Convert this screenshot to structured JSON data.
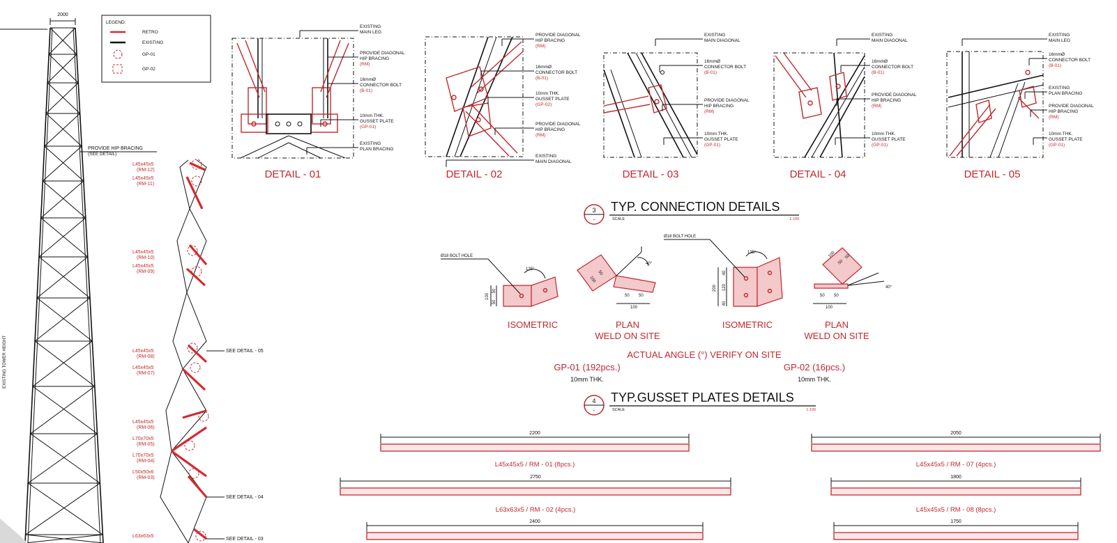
{
  "tower": {
    "top_dim": "2000",
    "side_label": "EXISTING TOWER HEIGHT",
    "hip_note_1": "PROVIDE HIP BRACING",
    "hip_note_2": "(SEE DETAIL)",
    "members": [
      {
        "size": "L45x45x5",
        "tag": "(RM-12)"
      },
      {
        "size": "L45x45x5",
        "tag": "(RM-11)"
      },
      {
        "size": "L45x45x5",
        "tag": "(RM-10)"
      },
      {
        "size": "L45x45x5",
        "tag": "(RM-09)"
      },
      {
        "size": "L45x45x5",
        "tag": "(RM-08)"
      },
      {
        "size": "L45x45x5",
        "tag": "(RM-07)"
      },
      {
        "size": "L45x45x5",
        "tag": "(RM-06)"
      },
      {
        "size": "L70x70x5",
        "tag": "(RM-05)"
      },
      {
        "size": "L70x70x5",
        "tag": "(RM-04)"
      },
      {
        "size": "L50x50x6",
        "tag": "(RM-03)"
      },
      {
        "size": "L63x63x5",
        "tag": ""
      }
    ],
    "see_details": [
      "SEE DETAIL - 05",
      "SEE DETAIL - 04",
      "SEE DETAIL - 03"
    ]
  },
  "legend": {
    "title": "LEGEND:",
    "items": [
      {
        "label": "RETRO"
      },
      {
        "label": "EXISTING"
      },
      {
        "label": "GP-01"
      },
      {
        "label": "GP-02"
      }
    ]
  },
  "details": [
    {
      "title": "DETAIL - 01",
      "notes": [
        {
          "text": "EXISTING\nMAIN LEG",
          "tag": ""
        },
        {
          "text": "PROVIDE DIAGONAL\nHIP BRACING",
          "tag": "(RM)"
        },
        {
          "text": "16mmØ\nCONNECTOR BOLT",
          "tag": "(B-01)"
        },
        {
          "text": "10mm THK.\nGUSSET PLATE",
          "tag": "(GP-01)"
        },
        {
          "text": "EXISTING\nPLAN BRACING",
          "tag": ""
        }
      ]
    },
    {
      "title": "DETAIL - 02",
      "notes": [
        {
          "text": "PROVIDE DIAGONAL\nHIP BRACING",
          "tag": "(RM)"
        },
        {
          "text": "16mmØ\nCONNECTOR BOLT",
          "tag": "(B-01)"
        },
        {
          "text": "10mm THK.\nGUSSET PLATE",
          "tag": "(GP-02)"
        },
        {
          "text": "PROVIDE DIAGONAL\nHIP BRACING",
          "tag": "(RM)"
        },
        {
          "text": "EXISTING\nMAIN DIAGONAL",
          "tag": ""
        }
      ]
    },
    {
      "title": "DETAIL - 03",
      "notes": [
        {
          "text": "EXISTING\nMAIN DIAGONAL",
          "tag": ""
        },
        {
          "text": "16mmØ\nCONNECTOR BOLT",
          "tag": "(B-01)"
        },
        {
          "text": "PROVIDE DIAGONAL\nHIP BRACING",
          "tag": "(RM)"
        },
        {
          "text": "10mm THK.\nGUSSET PLATE",
          "tag": "(GP-01)"
        }
      ]
    },
    {
      "title": "DETAIL - 04",
      "notes": [
        {
          "text": "EXISTING\nMAIN DIAGONAL",
          "tag": ""
        },
        {
          "text": "16mmØ\nCONNECTOR BOLT",
          "tag": "(B-01)"
        },
        {
          "text": "PROVIDE DIAGONAL\nHIP BRACING",
          "tag": "(RM)"
        },
        {
          "text": "10mm THK.\nGUSSET PLATE",
          "tag": "(GP-01)"
        }
      ]
    },
    {
      "title": "DETAIL - 05",
      "notes": [
        {
          "text": "EXISTING\nMAIN LEG",
          "tag": ""
        },
        {
          "text": "16mmØ\nCONNECTOR BOLT",
          "tag": "(B-01)"
        },
        {
          "text": "EXISTING\nPLAN BRACING",
          "tag": ""
        },
        {
          "text": "PROVIDE DIAGONAL\nHIP BRACING",
          "tag": "(RM)"
        },
        {
          "text": "10mm THK.\nGUSSET PLATE",
          "tag": "(GP-01)"
        }
      ]
    }
  ],
  "section3": {
    "num": "3",
    "dash": "-",
    "title": "TYP. CONNECTION DETAILS",
    "scale_label": "SCALE",
    "scale_value": "1:100"
  },
  "section4": {
    "num": "4",
    "dash": "-",
    "title": "TYP.GUSSET PLATES DETAILS",
    "scale_label": "SCALE",
    "scale_value": "1:100"
  },
  "gusset": {
    "bolt_hole": "Ø18 BOLT HOLE",
    "angle_label": "135°",
    "angle_40": "40°",
    "isometric": "ISOMETRIC",
    "plan": "PLAN",
    "weld": "WELD ON SITE",
    "verify_note": "ACTUAL ANGLE (°) VERIFY ON SITE",
    "gp01": {
      "title": "GP-01 (192pcs.)",
      "thk": "10mm THK.",
      "dims": [
        "100",
        "50",
        "50",
        "100",
        "50",
        "50",
        "100"
      ]
    },
    "gp02": {
      "title": "GP-02 (16pcs.)",
      "thk": "10mm THK.",
      "dims": [
        "200",
        "40",
        "120",
        "40",
        "100",
        "50",
        "50",
        "50",
        "50",
        "100"
      ]
    }
  },
  "members_list": [
    {
      "length": "2200",
      "label": "L45x45x5 / RM - 01 (8pcs.)"
    },
    {
      "length": "2750",
      "label": "L63x63x5 / RM - 02 (4pcs.)"
    },
    {
      "length": "2400",
      "label": ""
    },
    {
      "length": "2050",
      "label": "L45x45x5 / RM - 07 (4pcs.)"
    },
    {
      "length": "1800",
      "label": "L45x45x5 / RM - 08 (8pcs.)"
    },
    {
      "length": "1750",
      "label": ""
    }
  ]
}
